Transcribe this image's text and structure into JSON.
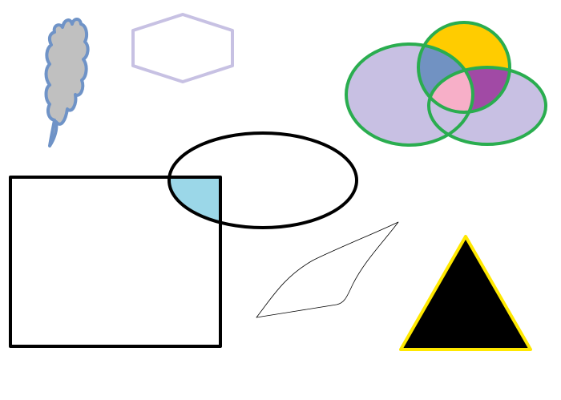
{
  "colors": {
    "background": "#ffffff",
    "cloud_fill": "#c0c0c0",
    "cloud_stroke": "#6f93c7",
    "hexagon_stroke": "#c7c1e3",
    "venn_stroke": "#2aad4f",
    "venn_left_fill": "#c8c0e3",
    "venn_top_fill": "#ffcc00",
    "venn_right_fill": "#c8c0e3",
    "venn_left_top_overlap": "#7192c2",
    "venn_top_right_overlap": "#a14aa5",
    "venn_center_overlap": "#f7afc8",
    "outline_black": "#000000",
    "intersection_fill": "#9bd7e8",
    "triangle_fill": "#000000",
    "triangle_stroke": "#ffe800"
  },
  "shapes": [
    {
      "kind": "cloud",
      "name": "gray-cloud-shape"
    },
    {
      "kind": "hexagon",
      "name": "lavender-hexagon-outline"
    },
    {
      "kind": "venn",
      "name": "three-circle-venn-diagram"
    },
    {
      "kind": "ellipse",
      "name": "black-ellipse-outline"
    },
    {
      "kind": "rectangle",
      "name": "black-rectangle-outline"
    },
    {
      "kind": "overlap",
      "name": "rectangle-ellipse-overlap"
    },
    {
      "kind": "freeform",
      "name": "thin-freeform-curve"
    },
    {
      "kind": "triangle",
      "name": "black-triangle-yellow-outline"
    }
  ]
}
